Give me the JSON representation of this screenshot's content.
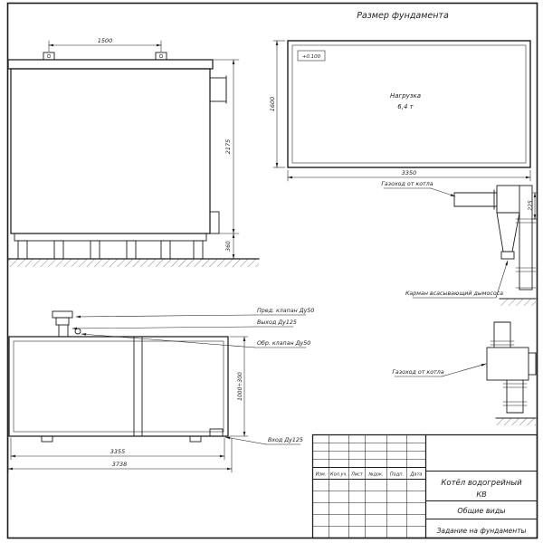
{
  "colors": {
    "ink": "#1c1c1c",
    "paper": "#ffffff"
  },
  "foundation": {
    "title": "Размер фундамента",
    "elevation_mark": "+0.100",
    "load_line1": "Нагрузка",
    "load_line2": "6,4 т",
    "dim_width": "3350",
    "dim_height": "1600"
  },
  "side_view": {
    "dim_top": "1500",
    "dim_height": "2175",
    "dim_base": "360"
  },
  "duct_upper": {
    "label": "Газоход от котла",
    "dim": "225",
    "pocket_label": "Карман всасывающий дымососа"
  },
  "duct_lower": {
    "label": "Газоход от котла"
  },
  "plan_view": {
    "label_safety_valve": "Пред. клапан Ду50",
    "label_outlet": "Выход Ду125",
    "label_check_valve": "Обр. клапан Ду50",
    "label_inlet": "Вход Ду125",
    "dim_depth": "1000÷300",
    "dim_inner": "3355",
    "dim_outer": "3738"
  },
  "title_block": {
    "headers": [
      "Изм.",
      "Кол.уч.",
      "Лист",
      "№док.",
      "Подп.",
      "Дата"
    ],
    "product_line1": "Котёл водогрейный",
    "product_line2": "КВ",
    "doc_view": "Общие виды",
    "doc_task": "Задание на фундаменты"
  }
}
